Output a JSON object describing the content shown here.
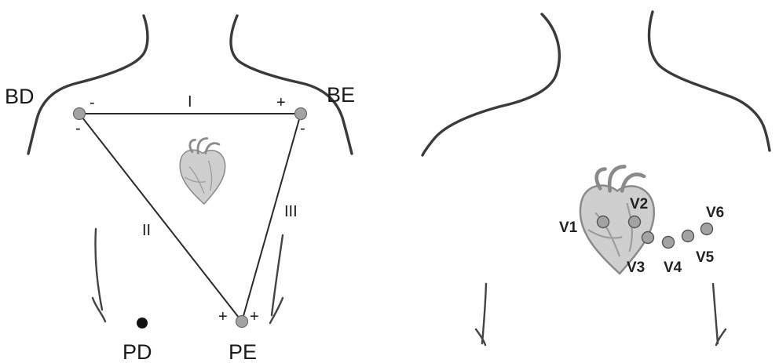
{
  "left_panel": {
    "electrodes": {
      "right_arm": "BD",
      "left_arm": "BE",
      "right_leg": "PD",
      "left_leg": "PE"
    },
    "leads": {
      "lead_1": "I",
      "lead_2": "II",
      "lead_3": "III"
    },
    "polarity": {
      "bd_top": "-",
      "bd_bottom": "-",
      "be_top": "+",
      "be_bottom": "-",
      "pe_left": "+",
      "pe_right": "+"
    }
  },
  "right_panel": {
    "precordial_leads": [
      "V1",
      "V2",
      "V3",
      "V4",
      "V5",
      "V6"
    ]
  },
  "colors": {
    "electrode": "#a3a3a3",
    "electrode_outline": "#555555",
    "ground_electrode": "#111111",
    "body_outline": "#3a3a3a",
    "heart": "#c9c9c9"
  }
}
